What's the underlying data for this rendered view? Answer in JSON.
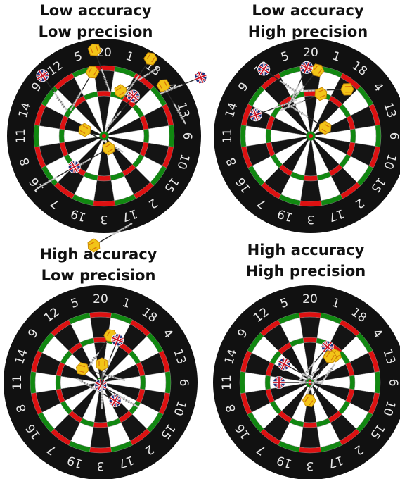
{
  "panels": [
    {
      "line1": "Low accuracy",
      "line2": "Low precision"
    },
    {
      "line1": "Low accuracy",
      "line2": "High precision"
    },
    {
      "line1": "High accuracy",
      "line2": "Low precision"
    },
    {
      "line1": "High accuracy",
      "line2": "High precision"
    }
  ],
  "board_numbers": [
    "20",
    "1",
    "18",
    "4",
    "13",
    "6",
    "10",
    "15",
    "2",
    "17",
    "3",
    "19",
    "7",
    "16",
    "8",
    "11",
    "14",
    "9",
    "12",
    "5"
  ],
  "colors": {
    "frame": "#111111",
    "dark_segment": "#141414",
    "light_segment": "#ffffff",
    "ring_red": "#dd1111",
    "ring_green": "#118811",
    "bull_outer": "#118811",
    "bull_inner": "#dd1111",
    "number_text": "#e8e8e8",
    "dart_yellow": "#f2c418",
    "dart_flag_blue": "#1c2d7a",
    "dart_flag_red": "#cc1122"
  }
}
